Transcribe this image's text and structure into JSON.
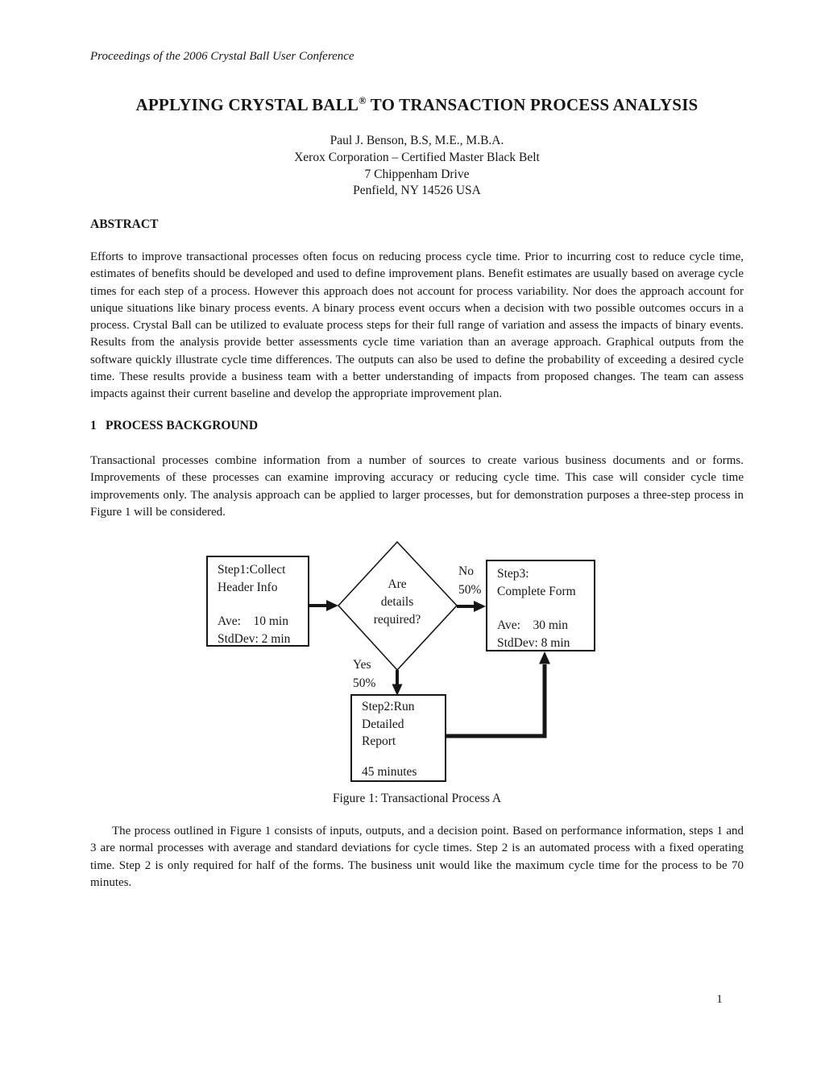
{
  "meta": {
    "ink_color": "#161616",
    "paper_color": "#ffffff"
  },
  "page": {
    "running_head": "Proceedings of the 2006 Crystal Ball User Conference",
    "page_number": "1"
  },
  "title": {
    "text_before_mark": "APPLYING CRYSTAL BALL",
    "registered_mark": "®",
    "text_after_mark": " TO TRANSACTION PROCESS ANALYSIS"
  },
  "authors": {
    "name": "Paul J. Benson, B.S, M.E., M.B.A.",
    "affiliation": "Xerox Corporation – Certified Master Black Belt",
    "street": "7 Chippenham Drive",
    "city": "Penfield, NY 14526 USA"
  },
  "abstract": {
    "heading": "ABSTRACT",
    "body": "Efforts to improve transactional processes often focus on reducing process cycle time.  Prior to incurring cost to reduce cycle time, estimates of benefits should be developed and used to define improvement plans.  Benefit estimates are usually based on average cycle times for each step of a process.  However this approach does not account for process variability.  Nor does the approach account for unique situations like binary process events.  A binary process event occurs when a decision with two possible outcomes occurs in a process.  Crystal Ball can be utilized to evaluate process steps for their full range of variation and assess the impacts of binary events.  Results from the analysis provide better assessments cycle time variation than an average approach.  Graphical outputs from the software quickly illustrate cycle time differences.  The outputs can also be used to define the probability of exceeding a desired cycle time.  These results provide a business team with a better understanding of impacts from proposed changes.  The team can assess impacts against their current baseline and develop the appropriate improvement plan."
  },
  "section1": {
    "number": "1",
    "heading": "PROCESS BACKGROUND",
    "para1": "Transactional processes combine information from a number of sources to create various business documents and or forms.  Improvements of these processes can examine improving accuracy or reducing cycle time.  This case will consider cycle time improvements only.  The analysis approach can be applied to larger processes, but for demonstration purposes a three-step process in Figure 1 will be considered.",
    "para2": "The process outlined in Figure 1 consists of inputs, outputs, and a decision point.  Based on performance information, steps 1 and 3 are normal processes with average and standard deviations for cycle times.  Step 2 is an automated process with a fixed operating time.  Step 2 is only required for half of the forms.  The business unit would like the maximum cycle time for the process to be 70 minutes."
  },
  "figure": {
    "caption": "Figure 1: Transactional Process A",
    "step1": {
      "line1": "Step1:Collect",
      "line2": "Header Info",
      "ave": "Ave:    10 min",
      "stddev": "StdDev: 2 min"
    },
    "decision": {
      "line1": "Are",
      "line2": "details",
      "line3": "required?"
    },
    "branch_no": {
      "label": "No",
      "pct": "50%"
    },
    "branch_yes": {
      "label": "Yes",
      "pct": "50%"
    },
    "step2": {
      "line1": "Step2:Run",
      "line2": "Detailed",
      "line3": "Report",
      "time": "45 minutes"
    },
    "step3": {
      "line1": "Step3:",
      "line2": "Complete Form",
      "ave": "Ave:    30 min",
      "stddev": "StdDev: 8 min"
    }
  }
}
